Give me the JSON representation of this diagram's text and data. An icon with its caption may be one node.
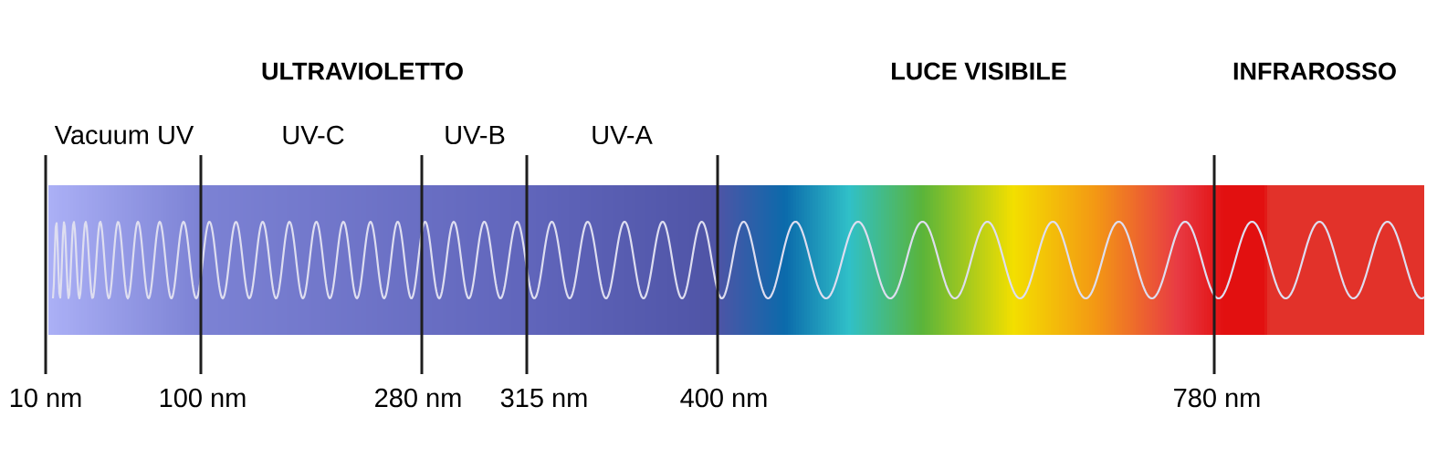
{
  "diagram": {
    "labels": [
      "ULTRAVIOLETTO",
      "LUCE VISIBILE",
      "INFRAROSSO",
      "Vacuum UV",
      "UV-C",
      "UV-B",
      "UV-A",
      "10 nm",
      "100 nm",
      "280 nm",
      "315 nm",
      "400 nm",
      "780 nm"
    ]
  }
}
